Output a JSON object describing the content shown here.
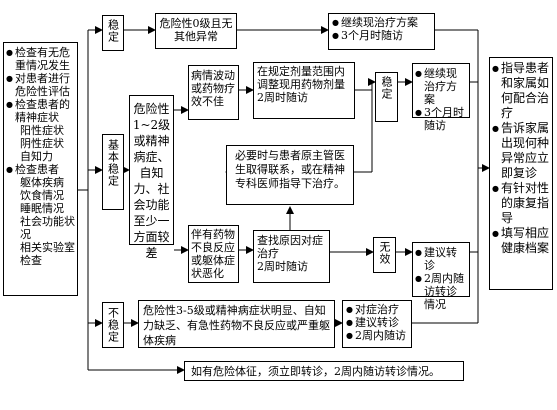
{
  "left_panel": {
    "items": [
      {
        "text": "检查有无危重情况发生",
        "bullet": true
      },
      {
        "text": "对患者进行危险性评估",
        "bullet": true
      },
      {
        "text": "检查患者的精神症状",
        "bullet": true
      },
      {
        "text": "阳性症状",
        "bullet": false
      },
      {
        "text": "阴性症状",
        "bullet": false
      },
      {
        "text": "自知力",
        "bullet": false
      },
      {
        "text": "检查患者",
        "bullet": true
      },
      {
        "text": "躯体疾病",
        "bullet": false
      },
      {
        "text": "饮食情况",
        "bullet": false
      },
      {
        "text": "睡眠情况",
        "bullet": false
      },
      {
        "text": "社会功能状况",
        "bullet": false
      },
      {
        "text": "相关实验室检查",
        "bullet": false
      }
    ]
  },
  "status": {
    "stable": "稳定",
    "basic_stable": "基本稳定",
    "unstable": "不稳定"
  },
  "stable_row": {
    "condition": "危险性0级且无其他异常",
    "result": [
      "继续现治疗方案",
      "3个月时随访"
    ]
  },
  "basic_row": {
    "condition": "危险性1~2级或精神病症、自知力、社会功能至少一方面较差",
    "poor_effect": "病情波动或药物疗效不佳",
    "adjust": "在规定剂量范围内调整现用药物剂量",
    "adjust_followup": "2周时随访",
    "adjust_stable": "稳定",
    "adjust_stable_result": [
      "继续现治疗方案",
      "3个月时随访"
    ],
    "consult": "必要时与患者原主管医生取得联系，或在精神专科医师指导下治疗。",
    "side_effect": "伴有药物不良反应或躯体症状恶化",
    "investigate": "查找原因对症治疗",
    "investigate_followup": "2周时随访",
    "ineffective": "无效",
    "referral": [
      "建议转诊",
      "2周内随访转诊情况"
    ]
  },
  "unstable_row": {
    "condition": "危险性3-5级或精神病症状明显、自知力缺乏、有急性药物不良反应或严重躯体疾病",
    "result": [
      "对症治疗",
      "建议转诊",
      "2周内随访"
    ]
  },
  "bottom_note": "如有危险体征，须立即转诊，2周内随访转诊情况。",
  "right_panel": {
    "items": [
      "指导患者和家属如何配合治疗",
      "告诉家属出现何种异常应立即复诊",
      "有针对性的康复指导",
      "填写相应健康档案"
    ]
  }
}
